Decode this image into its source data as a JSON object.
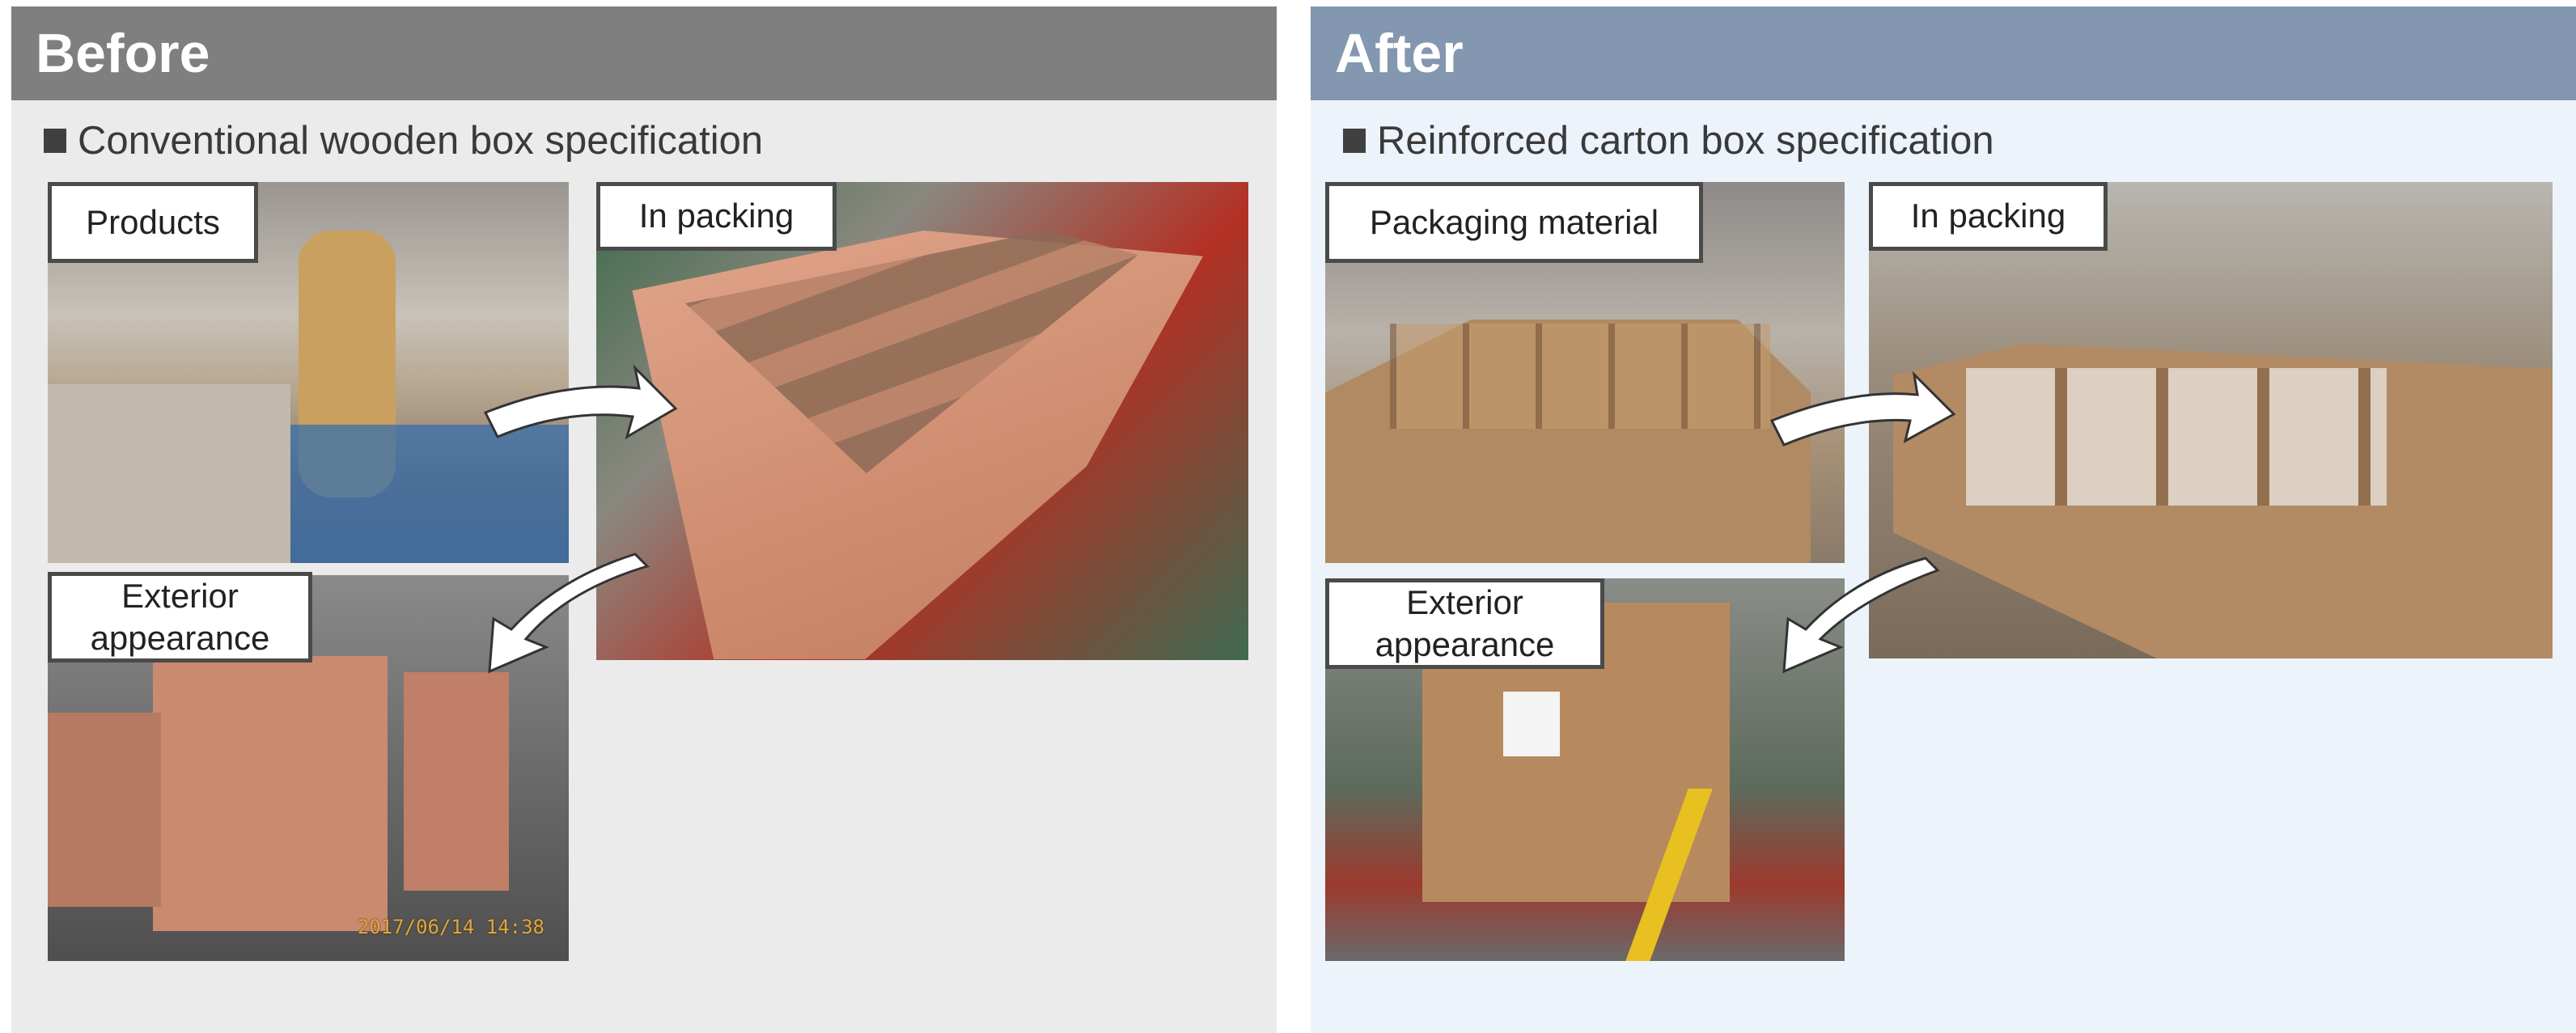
{
  "before": {
    "title": "Before",
    "subtitle": "Conventional wooden box specification",
    "labels": {
      "products": "Products",
      "in_packing": "In packing",
      "exterior": "Exterior appearance"
    },
    "timestamp": "2017/06/14 14:38"
  },
  "after": {
    "title": "After",
    "subtitle": "Reinforced carton box specification",
    "labels": {
      "packaging_material": "Packaging material",
      "in_packing": "In packing",
      "exterior": "Exterior appearance"
    }
  },
  "colors": {
    "before_header": "#7f7f7f",
    "after_header": "#8397b0",
    "before_bg": "#ebebeb",
    "after_bg": "#edf3fa"
  }
}
